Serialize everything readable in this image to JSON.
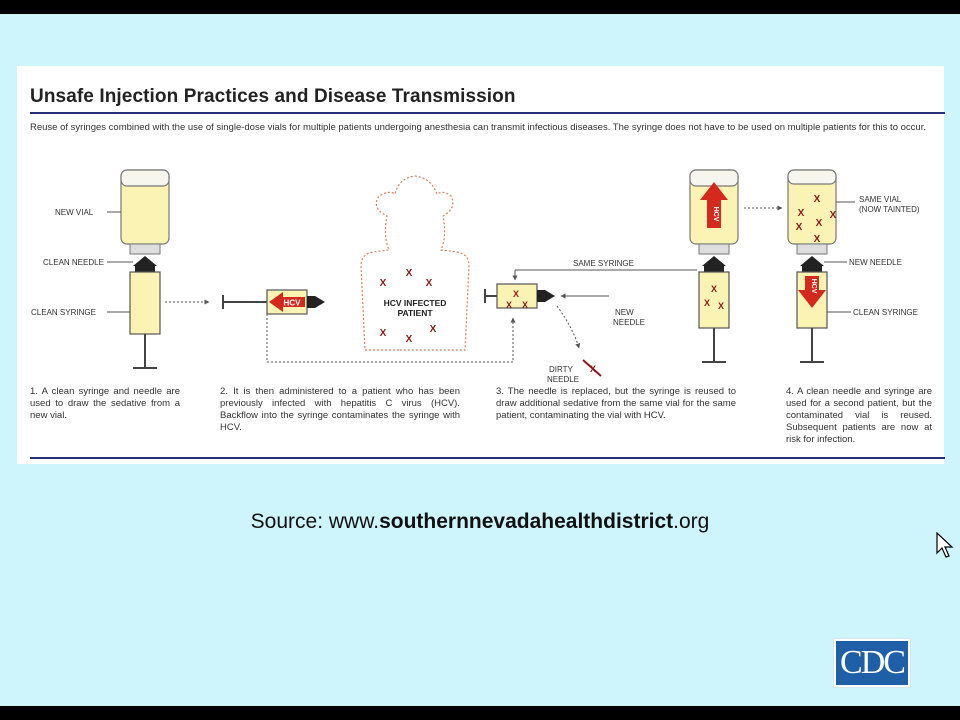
{
  "title": "Unsafe Injection Practices and Disease Transmission",
  "intro": "Reuse of syringes combined with the use of single-dose vials for multiple patients undergoing anesthesia can transmit infectious diseases. The syringe does not have to be used on multiple patients for this to occur.",
  "labels": {
    "new_vial": "NEW VIAL",
    "clean_needle": "CLEAN NEEDLE",
    "clean_syringe_1": "CLEAN SYRINGE",
    "hcv_infected_1": "HCV INFECTED",
    "hcv_infected_2": "PATIENT",
    "same_syringe": "SAME SYRINGE",
    "new_needle_mid_1": "NEW",
    "new_needle_mid_2": "NEEDLE",
    "dirty_needle_1": "DIRTY",
    "dirty_needle_2": "NEEDLE",
    "same_vial_1": "SAME VIAL",
    "same_vial_2": "(NOW TAINTED)",
    "new_needle_right": "NEW NEEDLE",
    "clean_syringe_2": "CLEAN SYRINGE",
    "hcv": "HCV",
    "x": "X"
  },
  "steps": [
    "1. A clean syringe and needle are used to draw the sedative from a new vial.",
    "2. It is then administered to a patient who has been previously infected with hepatitis C virus (HCV). Backflow into the syringe contaminates the syringe with HCV.",
    "3. The needle is replaced, but the syringe is reused to draw additional sedative from the same vial for the same patient, contaminating the vial with HCV.",
    "4. A clean needle and syringe are used for a second patient, but the contaminated vial is reused. Subsequent patients are now at risk for infection."
  ],
  "source": {
    "prefix": "Source: www.",
    "bold": "southernnevadahealthdistrict",
    "suffix": ".org"
  },
  "logo": "CDC",
  "colors": {
    "background": "#cdf5fb",
    "rule": "#2a2f7a",
    "fluid": "#fbf3b4",
    "x_mark": "#8a1a1a",
    "hcv_red": "#d42a1e",
    "logo_blue": "#1f5fa8"
  }
}
